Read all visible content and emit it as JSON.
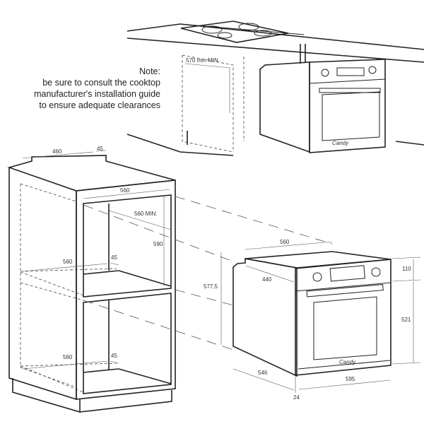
{
  "note": {
    "lines": [
      "Note:",
      "be sure to consult the cooktop",
      "manufacturer's installation guide",
      "to ensure adequate clearances"
    ]
  },
  "dimensions": {
    "top_clearance": "570 mm MIN.",
    "cabinet_depth_top": "460",
    "cabinet_rear_gap_top": "45",
    "cabinet_opening_width": "560",
    "cabinet_opening_depth_min": "560 MIN.",
    "cabinet_opening_height": "590",
    "cabinet_depth_mid": "560",
    "cabinet_rear_gap_mid": "45",
    "cabinet_depth_bottom": "560",
    "cabinet_rear_gap_bottom": "45",
    "oven_body_height": "577,5",
    "oven_body_width": "560",
    "oven_body_depth_top": "440",
    "oven_panel_height": "110",
    "oven_door_height": "521",
    "oven_depth": "546",
    "oven_width": "595",
    "oven_front_thickness": "24"
  },
  "brand": "Candy"
}
